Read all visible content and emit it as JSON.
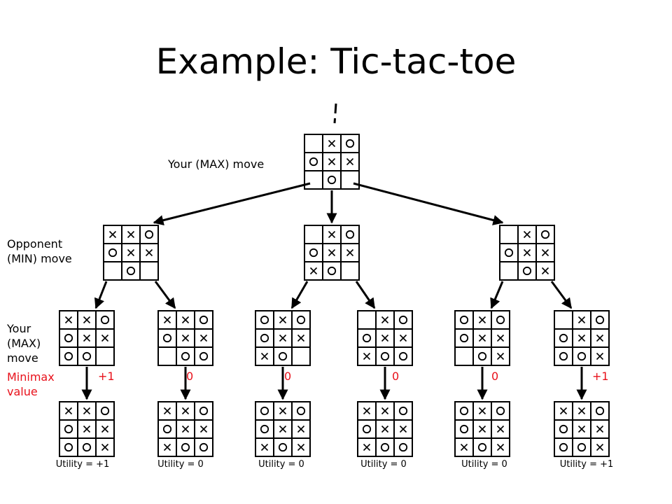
{
  "title": "Example: Tic-tac-toe",
  "labels": {
    "max_move_top": "Your (MAX) move",
    "opponent_move": [
      "Opponent",
      "(MIN) move"
    ],
    "your_move_side": [
      "Your",
      "(MAX)",
      "move"
    ],
    "minimax": [
      "Minimax",
      "value"
    ]
  },
  "colors": {
    "accent": "#e8101a",
    "line": "#000000"
  },
  "boards": {
    "root": [
      "",
      "x",
      "o",
      "o",
      "x",
      "x",
      "",
      "o",
      ""
    ],
    "min": [
      [
        "x",
        "x",
        "o",
        "o",
        "x",
        "x",
        "",
        "o",
        ""
      ],
      [
        "",
        "x",
        "o",
        "o",
        "x",
        "x",
        "x",
        "o",
        ""
      ],
      [
        "",
        "x",
        "o",
        "o",
        "x",
        "x",
        "",
        "o",
        "x"
      ]
    ],
    "max": [
      [
        "x",
        "x",
        "o",
        "o",
        "x",
        "x",
        "o",
        "o",
        ""
      ],
      [
        "x",
        "x",
        "o",
        "o",
        "x",
        "x",
        "",
        "o",
        "o"
      ],
      [
        "o",
        "x",
        "o",
        "o",
        "x",
        "x",
        "x",
        "o",
        ""
      ],
      [
        "",
        "x",
        "o",
        "o",
        "x",
        "x",
        "x",
        "o",
        "o"
      ],
      [
        "o",
        "x",
        "o",
        "o",
        "x",
        "x",
        "",
        "o",
        "x"
      ],
      [
        "",
        "x",
        "o",
        "o",
        "x",
        "x",
        "o",
        "o",
        "x"
      ]
    ],
    "terminal": [
      [
        "x",
        "x",
        "o",
        "o",
        "x",
        "x",
        "o",
        "o",
        "x"
      ],
      [
        "x",
        "x",
        "o",
        "o",
        "x",
        "x",
        "x",
        "o",
        "o"
      ],
      [
        "o",
        "x",
        "o",
        "o",
        "x",
        "x",
        "x",
        "o",
        "x"
      ],
      [
        "x",
        "x",
        "o",
        "o",
        "x",
        "x",
        "x",
        "o",
        "o"
      ],
      [
        "o",
        "x",
        "o",
        "o",
        "x",
        "x",
        "x",
        "o",
        "x"
      ],
      [
        "x",
        "x",
        "o",
        "o",
        "x",
        "x",
        "o",
        "o",
        "x"
      ]
    ]
  },
  "minimax_values": [
    "+1",
    "0",
    "0",
    "0",
    "0",
    "+1"
  ],
  "utilities": [
    "Utility = +1",
    "Utility = 0",
    "Utility = 0",
    "Utility = 0",
    "Utility = 0",
    "Utility = +1"
  ]
}
